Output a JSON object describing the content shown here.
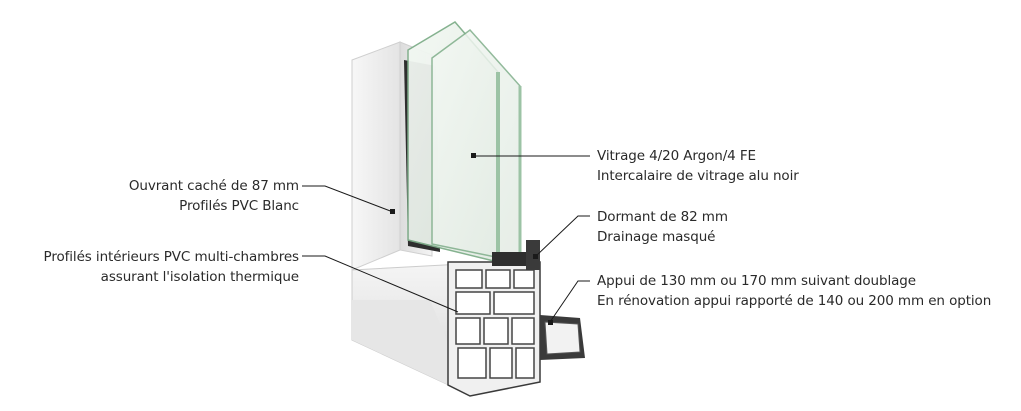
{
  "callouts": {
    "ouvrant": {
      "line1": "Ouvrant caché de 87 mm",
      "line2": "Profilés PVC Blanc"
    },
    "profiles": {
      "line1": "Profilés intérieurs PVC multi-chambres",
      "line2": "assurant l'isolation thermique"
    },
    "vitrage": {
      "line1": "Vitrage 4/20 Argon/4 FE",
      "line2": "Intercalaire de vitrage alu noir"
    },
    "dormant": {
      "line1": "Dormant de 82 mm",
      "line2": "Drainage masqué"
    },
    "appui": {
      "line1": "Appui de 130 mm ou 170 mm suivant doublage",
      "line2": "En rénovation appui rapporté de 140 ou 200 mm en option"
    }
  },
  "colors": {
    "text": "#2a2a2a",
    "leader": "#1a1a1a",
    "pvc": "#f2f2f2",
    "glass": "#e8f0e8",
    "glass_edge": "#7fae8a",
    "dark_profile": "#2e2e2e"
  }
}
